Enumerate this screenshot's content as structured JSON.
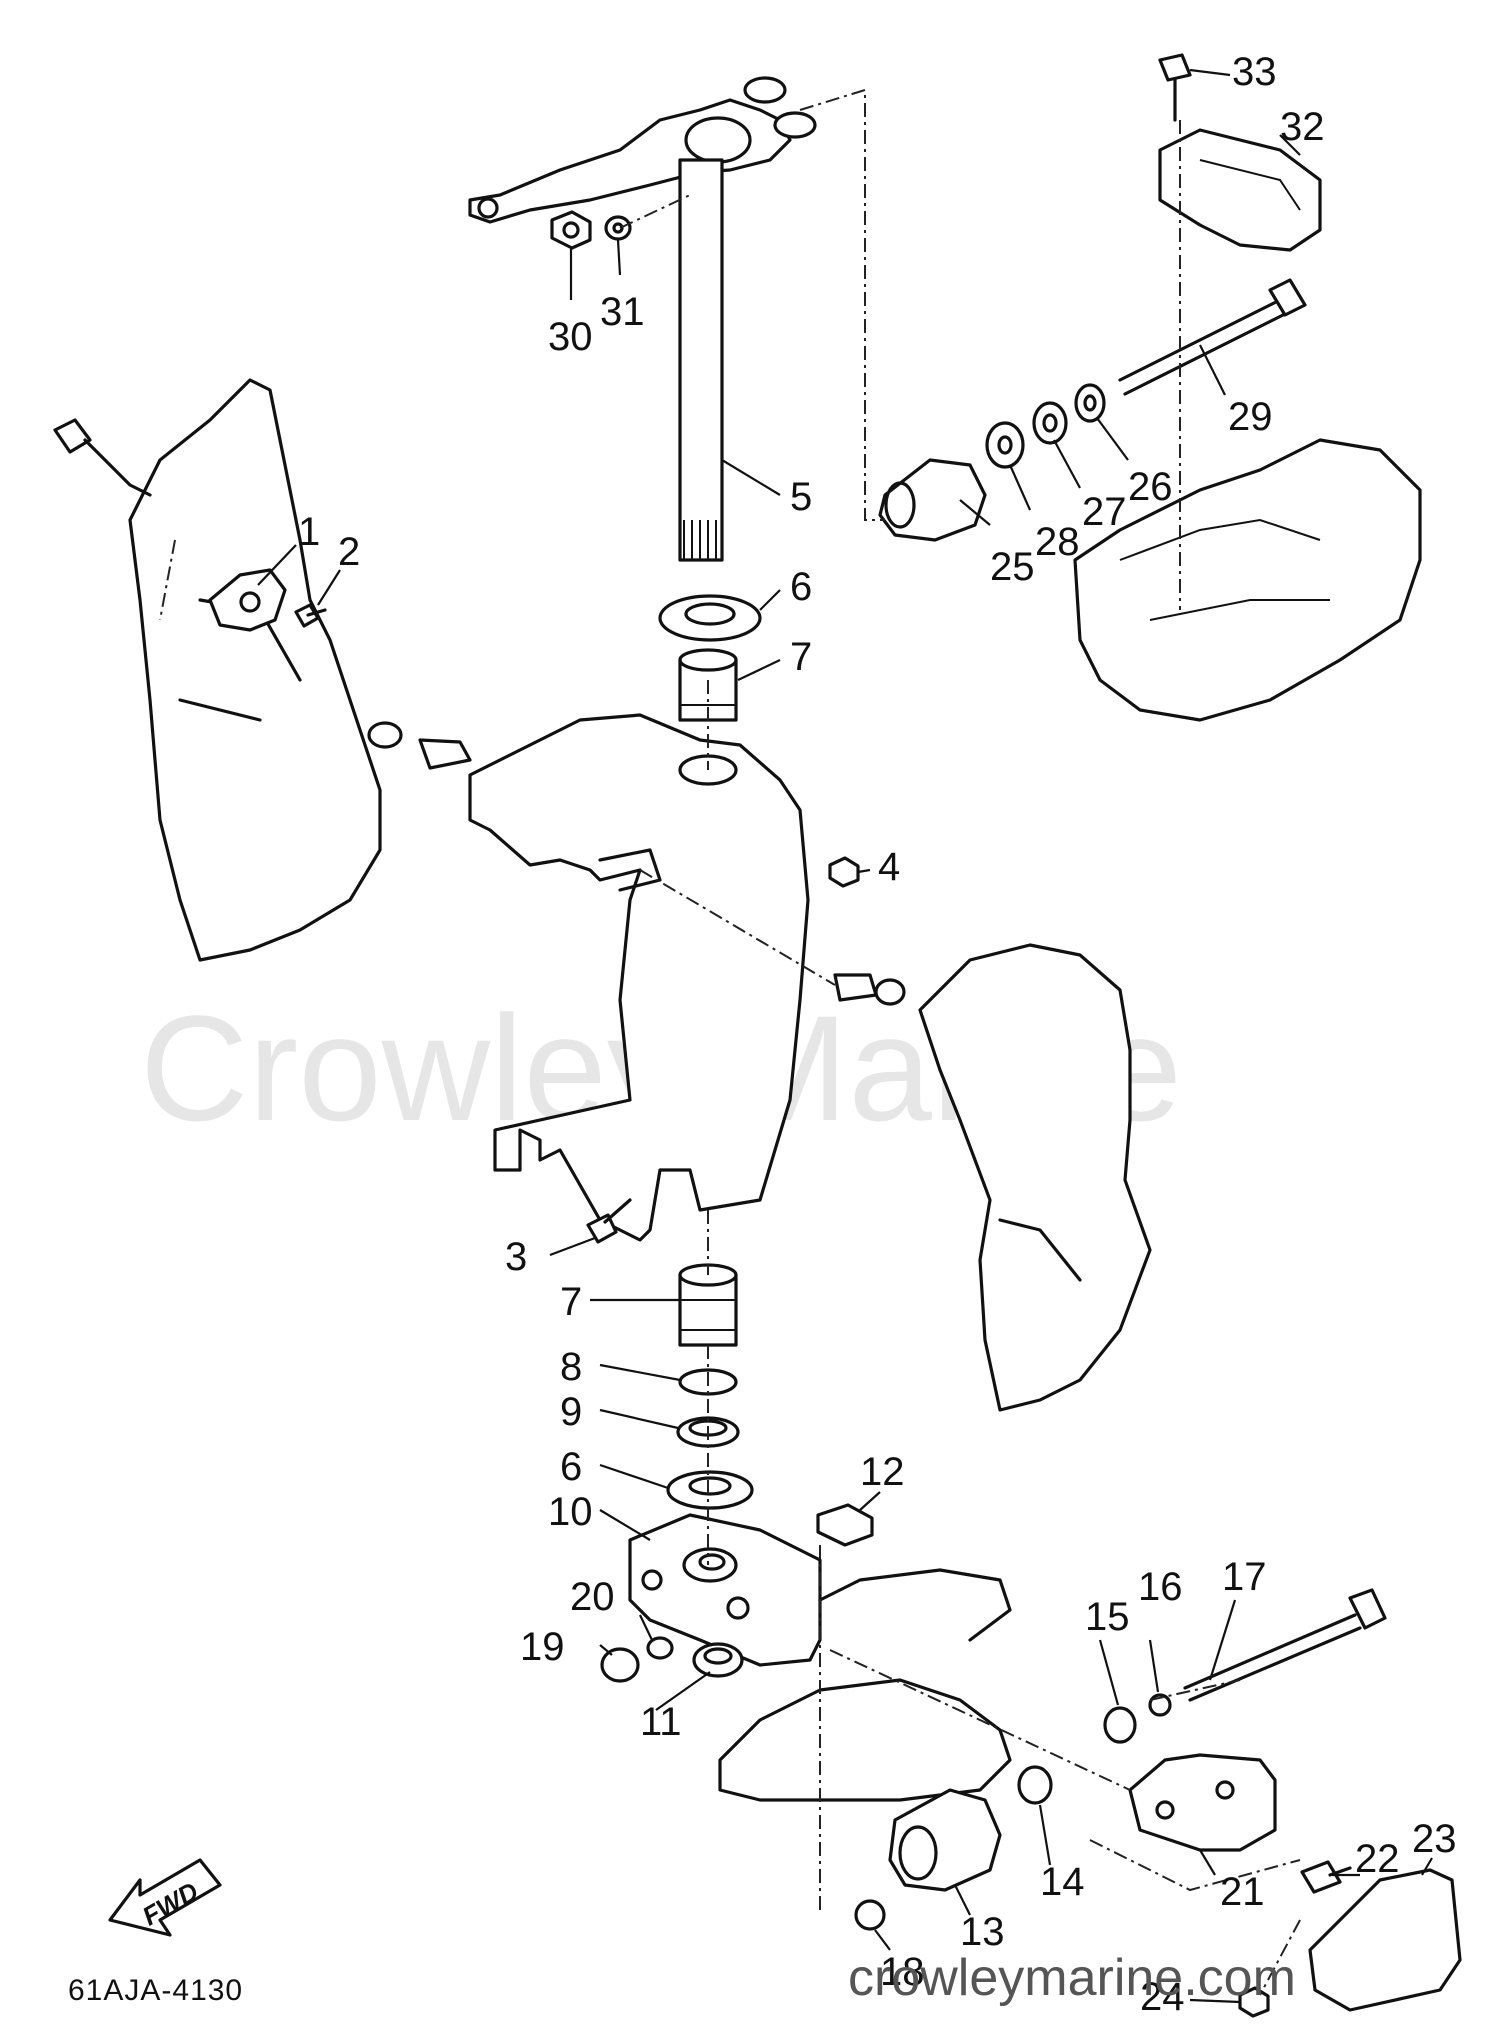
{
  "diagram": {
    "watermark": "Crowley Marine",
    "site_watermark": "crowleymarine.com",
    "diagram_code": "61AJA-4130",
    "fwd_label": "FWD",
    "callouts": [
      "1",
      "2",
      "3",
      "4",
      "5",
      "6",
      "7",
      "6",
      "7",
      "8",
      "9",
      "10",
      "11",
      "12",
      "13",
      "14",
      "15",
      "16",
      "17",
      "18",
      "19",
      "20",
      "21",
      "22",
      "23",
      "24",
      "25",
      "26",
      "27",
      "28",
      "29",
      "30",
      "31",
      "32",
      "33"
    ]
  }
}
